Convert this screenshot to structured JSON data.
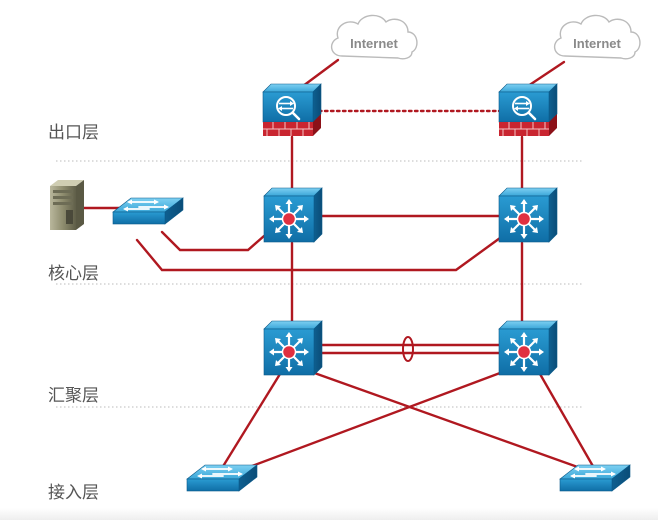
{
  "layers": {
    "egress": "出口层",
    "core": "核心层",
    "aggregation": "汇聚层",
    "access": "接入层"
  },
  "clouds": {
    "left": "Internet",
    "right": "Internet"
  },
  "colors": {
    "link": "#b01820",
    "device_blue": "#1a8ac4",
    "firewall_red": "#c0202a",
    "divider": "#bbbbbb",
    "label": "#555555"
  },
  "icons": {
    "firewall": "firewall-icon",
    "l3_switch": "layer3-switch-icon",
    "l2_switch": "layer2-switch-icon",
    "server": "server-icon",
    "cloud": "cloud-icon"
  }
}
